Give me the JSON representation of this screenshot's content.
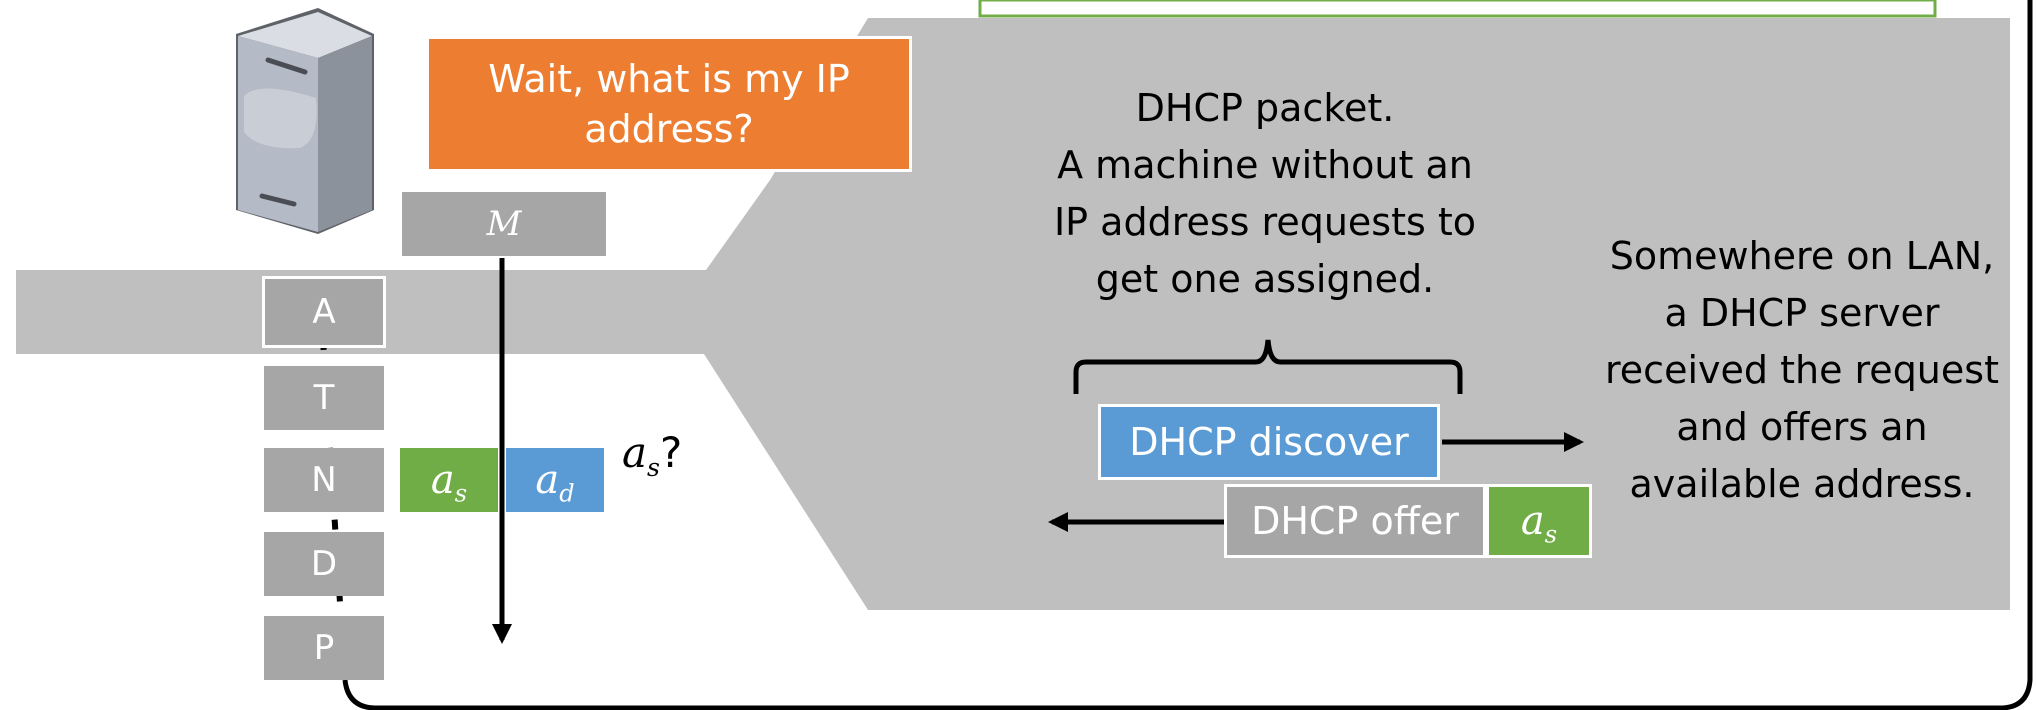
{
  "colors": {
    "orange": "#ed7d31",
    "blue": "#5b9bd5",
    "green": "#70ad47",
    "gray_fill": "#a6a6a6",
    "panel_gray": "#bfbfbf"
  },
  "server": {
    "icon": "server-icon"
  },
  "speech": {
    "text": "Wait, what is my IP address?"
  },
  "message_box": {
    "symbol": "M"
  },
  "layers": [
    "A",
    "T",
    "N",
    "D",
    "P"
  ],
  "header": {
    "src": "a",
    "src_sub": "s",
    "dst": "a",
    "dst_sub": "d"
  },
  "question": {
    "var": "a",
    "sub": "s",
    "mark": "?"
  },
  "zoom": {
    "description": "DHCP packet.\nA machine without an IP address requests to get one assigned.",
    "discover_label": "DHCP discover",
    "offer_label": "DHCP offer",
    "offer_var": "a",
    "offer_sub": "s",
    "server_note": "Somewhere on LAN, a DHCP server received the request and offers an available address."
  }
}
